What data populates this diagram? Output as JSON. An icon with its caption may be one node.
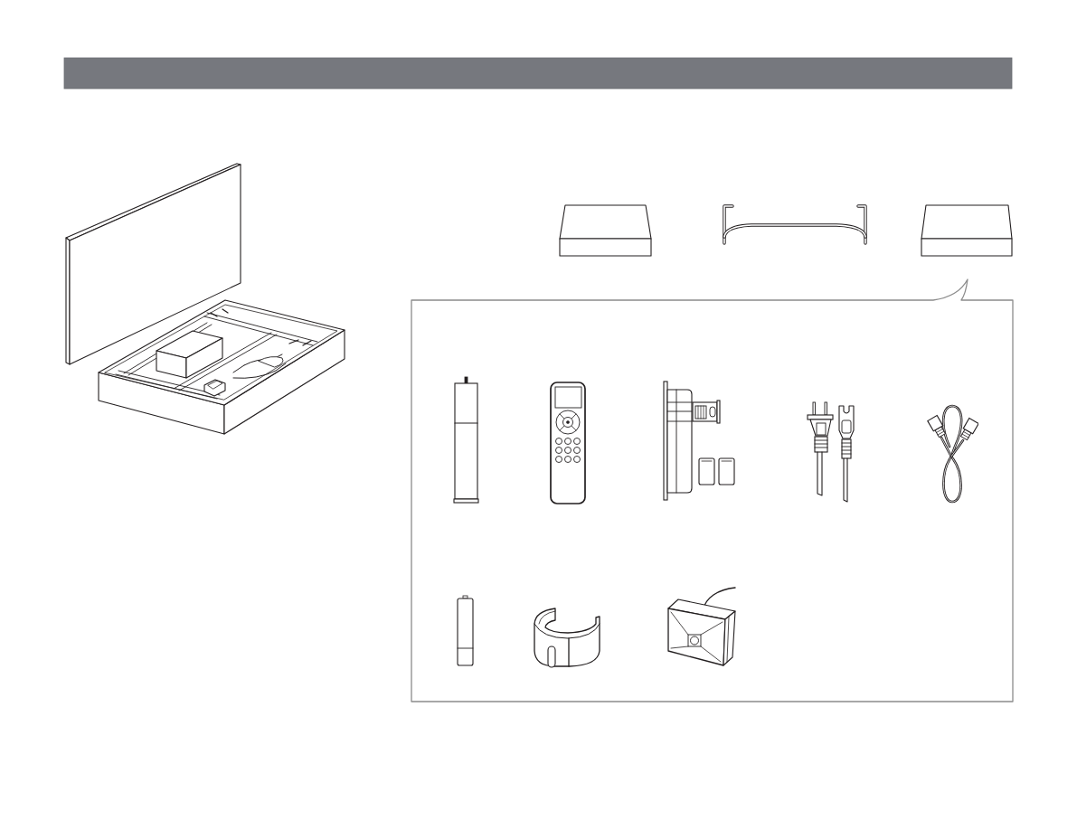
{
  "diagram": {
    "nodes": [
      {
        "text": [],
        "shape": "picture"
      },
      {
        "text": [],
        "shape": "box"
      },
      {
        "text": [],
        "shape": "picture"
      },
      {
        "text": [],
        "shape": "box"
      },
      {
        "text": [],
        "shape": "box"
      },
      {
        "text": [],
        "shape": "picture",
        "in": 4
      },
      {
        "text": [],
        "shape": "picture",
        "in": 4
      },
      {
        "text": [],
        "shape": "picture",
        "in": 4
      },
      {
        "text": [],
        "shape": "picture",
        "in": 4
      },
      {
        "text": [],
        "shape": "picture",
        "in": 4
      },
      {
        "text": [],
        "shape": "picture",
        "in": 4
      },
      {
        "text": [],
        "shape": "picture",
        "in": 4
      },
      {
        "text": [],
        "shape": "picture",
        "in": 4
      }
    ]
  }
}
